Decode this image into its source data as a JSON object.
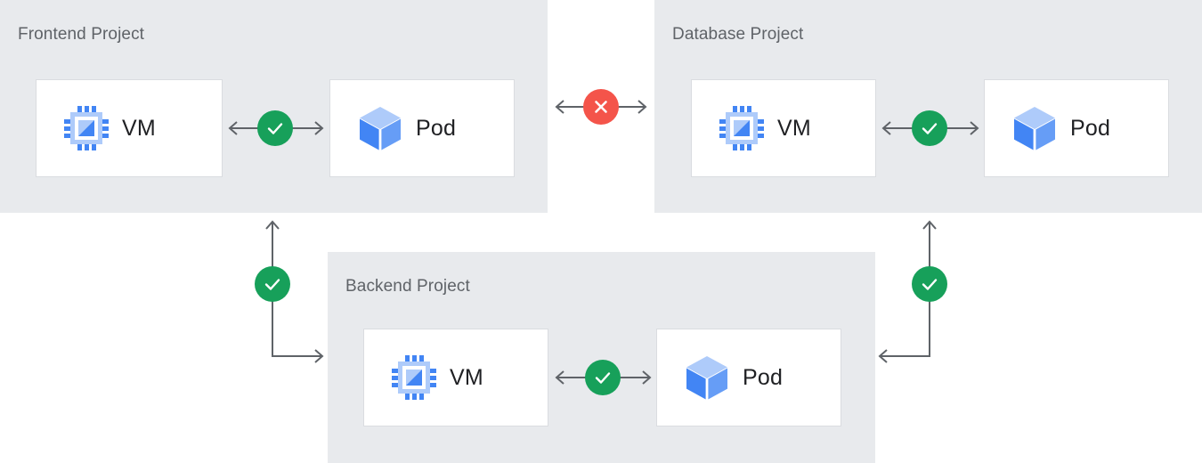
{
  "diagram": {
    "title_color": "#5f6368",
    "panel_color": "#e8eaed",
    "card_bg": "#ffffff",
    "card_border": "#dadce0",
    "label_color": "#202124",
    "connector_color": "#5f6368",
    "ok_color": "#17a05a",
    "blocked_color": "#f4544a",
    "vm_icon_color": "#4285f4",
    "vm_icon_light": "#aecbfa",
    "pod_top_color": "#aecbfa",
    "pod_left_color": "#4285f4",
    "pod_right_color": "#669df6"
  },
  "projects": [
    {
      "id": "frontend",
      "title": "Frontend Project",
      "resources": [
        {
          "id": "frontend-vm",
          "label": "VM",
          "icon": "vm-chip-icon"
        },
        {
          "id": "frontend-pod",
          "label": "Pod",
          "icon": "pod-cube-icon"
        }
      ],
      "internal_link": {
        "status": "allowed",
        "icon": "check-circle-icon"
      }
    },
    {
      "id": "database",
      "title": "Database Project",
      "resources": [
        {
          "id": "database-vm",
          "label": "VM",
          "icon": "vm-chip-icon"
        },
        {
          "id": "database-pod",
          "label": "Pod",
          "icon": "pod-cube-icon"
        }
      ],
      "internal_link": {
        "status": "allowed",
        "icon": "check-circle-icon"
      }
    },
    {
      "id": "backend",
      "title": "Backend Project",
      "resources": [
        {
          "id": "backend-vm",
          "label": "VM",
          "icon": "vm-chip-icon"
        },
        {
          "id": "backend-pod",
          "label": "Pod",
          "icon": "pod-cube-icon"
        }
      ],
      "internal_link": {
        "status": "allowed",
        "icon": "check-circle-icon"
      }
    }
  ],
  "cross_links": [
    {
      "id": "frontend-database",
      "from": "frontend",
      "to": "database",
      "status": "blocked",
      "icon": "x-circle-icon",
      "direction": "bidirectional"
    },
    {
      "id": "frontend-backend",
      "from": "frontend",
      "to": "backend",
      "status": "allowed",
      "icon": "check-circle-icon",
      "direction": "bidirectional"
    },
    {
      "id": "database-backend",
      "from": "database",
      "to": "backend",
      "status": "allowed",
      "icon": "check-circle-icon",
      "direction": "bidirectional"
    }
  ]
}
